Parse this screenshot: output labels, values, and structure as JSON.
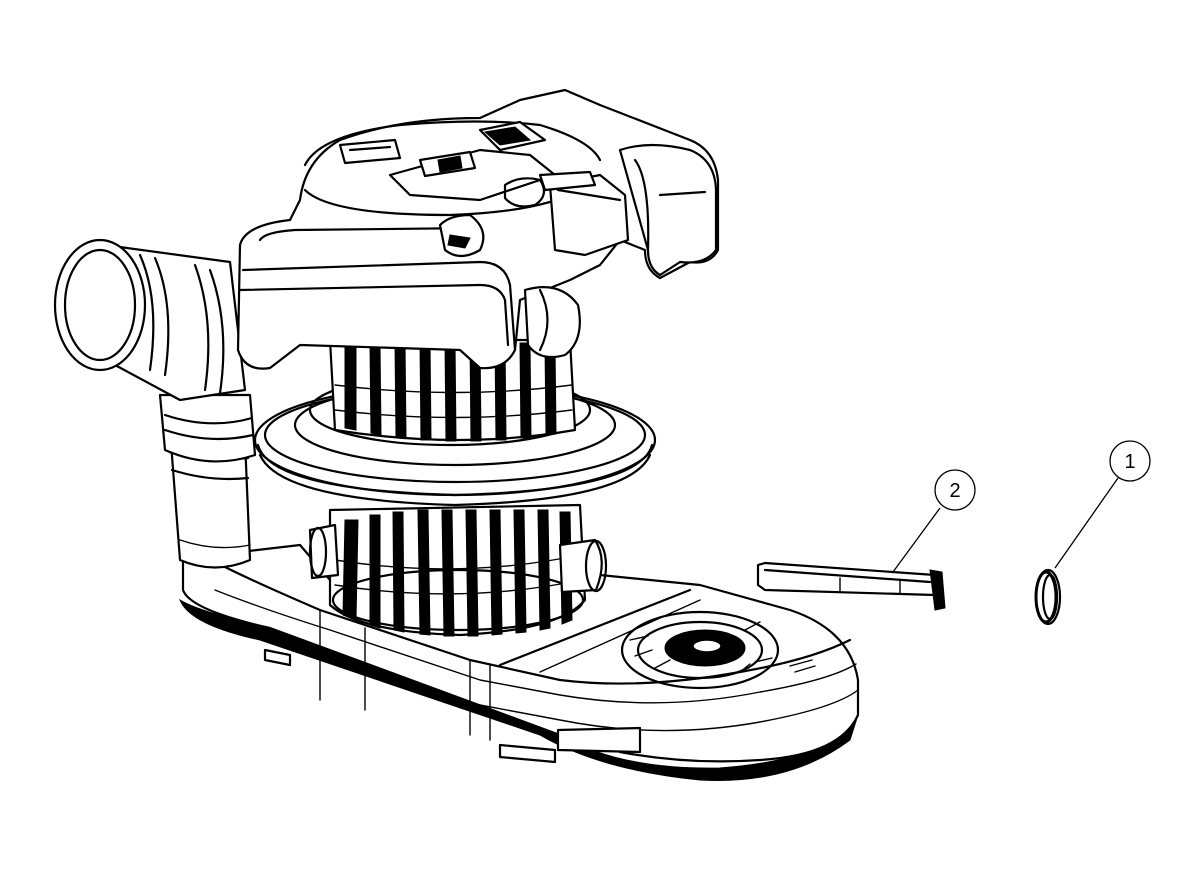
{
  "callouts": [
    {
      "number": "1",
      "part": "o-ring"
    },
    {
      "number": "2",
      "part": "pin"
    }
  ]
}
